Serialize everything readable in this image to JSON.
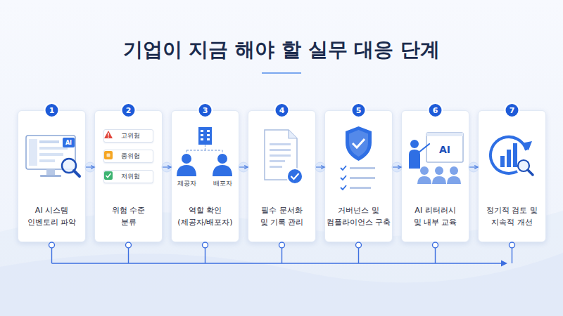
{
  "diagram": {
    "title": "기업이 지금 해야 할 실무 대응 단계",
    "nodes": [
      {
        "text": [
          "AI 시스템 인벤토리 파악"
        ]
      },
      {
        "text": [
          "위험 수준 분류"
        ]
      },
      {
        "text": [
          "고위험"
        ],
        "in": 1
      },
      {
        "text": [
          "중위험"
        ],
        "in": 1
      },
      {
        "text": [
          "저위험"
        ],
        "in": 1
      },
      {
        "text": [
          "역할 확인 (제공자/배포자)"
        ]
      },
      {
        "text": [
          "필수 문서화 및 기록 관리"
        ]
      },
      {
        "text": [
          "거버넌스 및 컴플라이언스 구축"
        ]
      },
      {
        "text": [
          "AI 리터러시 및 내부 교육"
        ]
      },
      {
        "text": [
          "정기적 검토 및 지속적 개선"
        ]
      }
    ],
    "edges": [
      {
        "from": 0,
        "to": 1,
        "arrow": "to"
      },
      {
        "from": 1,
        "to": 5,
        "arrow": "to"
      },
      {
        "from": 5,
        "to": 6,
        "arrow": "to"
      },
      {
        "from": 6,
        "to": 7,
        "arrow": "to"
      },
      {
        "from": 7,
        "to": 8,
        "arrow": "to"
      },
      {
        "from": 8,
        "to": 9,
        "arrow": "to"
      }
    ],
    "labels": [
      "1",
      "2",
      "3",
      "4",
      "5",
      "6",
      "7",
      "AI",
      "제공자",
      "배포자",
      "AI"
    ]
  }
}
